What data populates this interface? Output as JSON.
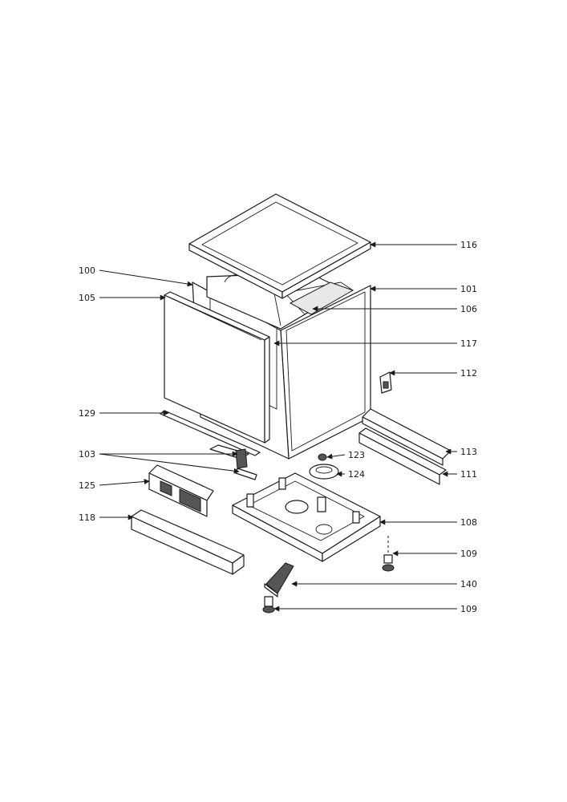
{
  "diagram": {
    "callouts": {
      "c100": "100",
      "c105": "105",
      "c129": "129",
      "c103": "103",
      "c125": "125",
      "c118": "118",
      "c116": "116",
      "c101": "101",
      "c106": "106",
      "c117": "117",
      "c112": "112",
      "c113": "113",
      "c111": "111",
      "c123": "123",
      "c124": "124",
      "c108": "108",
      "c109a": "109",
      "c140": "140",
      "c109b": "109"
    }
  }
}
